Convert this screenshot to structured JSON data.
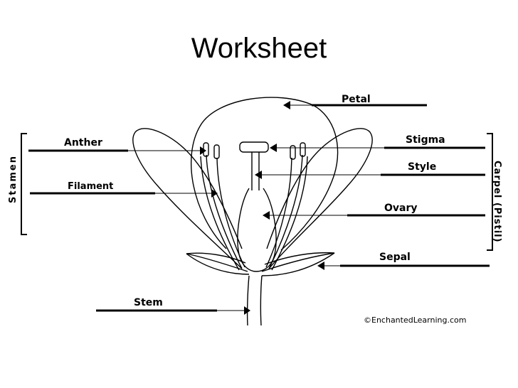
{
  "slide": {
    "title": "Worksheet"
  },
  "diagram": {
    "labels": {
      "petal": "Petal",
      "anther": "Anther",
      "stigma": "Stigma",
      "style": "Style",
      "filament": "Filament",
      "ovary": "Ovary",
      "sepal": "Sepal",
      "stem": "Stem"
    },
    "groups": {
      "stamen": "Stamen",
      "carpel": "Carpel (Pistil)"
    },
    "credit": "©EnchantedLearning.com"
  }
}
